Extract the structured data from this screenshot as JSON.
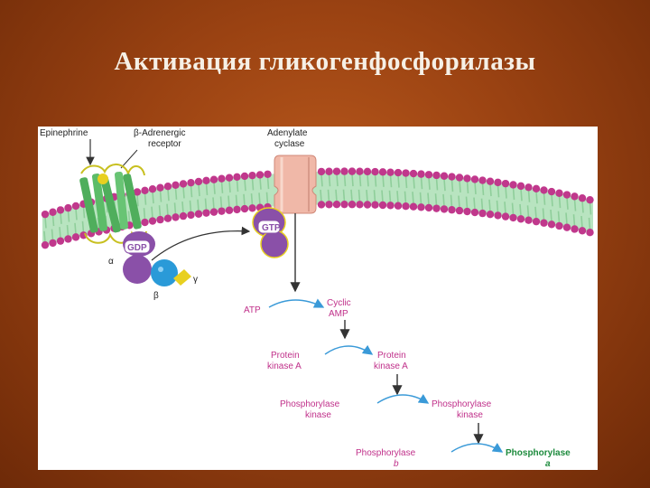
{
  "title": "Активация гликогенфосфорилазы",
  "diagram": {
    "labels": {
      "epinephrine": "Epinephrine",
      "receptor_line1": "β-Adrenergic",
      "receptor_line2": "receptor",
      "cyclase_line1": "Adenylate",
      "cyclase_line2": "cyclase",
      "gdp": "GDP",
      "gtp": "GTP",
      "alpha": "α",
      "beta": "β",
      "gamma": "γ",
      "atp": "ATP",
      "camp_line1": "Cyclic",
      "camp_line2": "AMP",
      "pka_in_line1": "Protein",
      "pka_in_line2": "kinase A",
      "pka_out_line1": "Protein",
      "pka_out_line2": "kinase A",
      "phk_in_line1": "Phosphorylase",
      "phk_in_line2": "kinase",
      "phk_out_line1": "Phosphorylase",
      "phk_out_line2": "kinase",
      "phos_b_line1": "Phosphorylase",
      "phos_b_line2": "b",
      "phos_a_line1": "Phosphorylase",
      "phos_a_line2": "a"
    },
    "colors": {
      "background": "#9a4212",
      "title_text": "#f6f0e6",
      "lipid_head": "#c0388c",
      "lipid_tail": "#8fce9a",
      "receptor_helix": "#4fae5c",
      "receptor_loop": "#c8c020",
      "g_alpha": "#8a50a8",
      "g_beta": "#2a9ad8",
      "g_gamma": "#e8d020",
      "cyclase": "#f0b8a8",
      "inactive_text": "#c0308a",
      "active_text": "#1c8a3c",
      "arrow_curve": "#3a9ad8"
    }
  }
}
